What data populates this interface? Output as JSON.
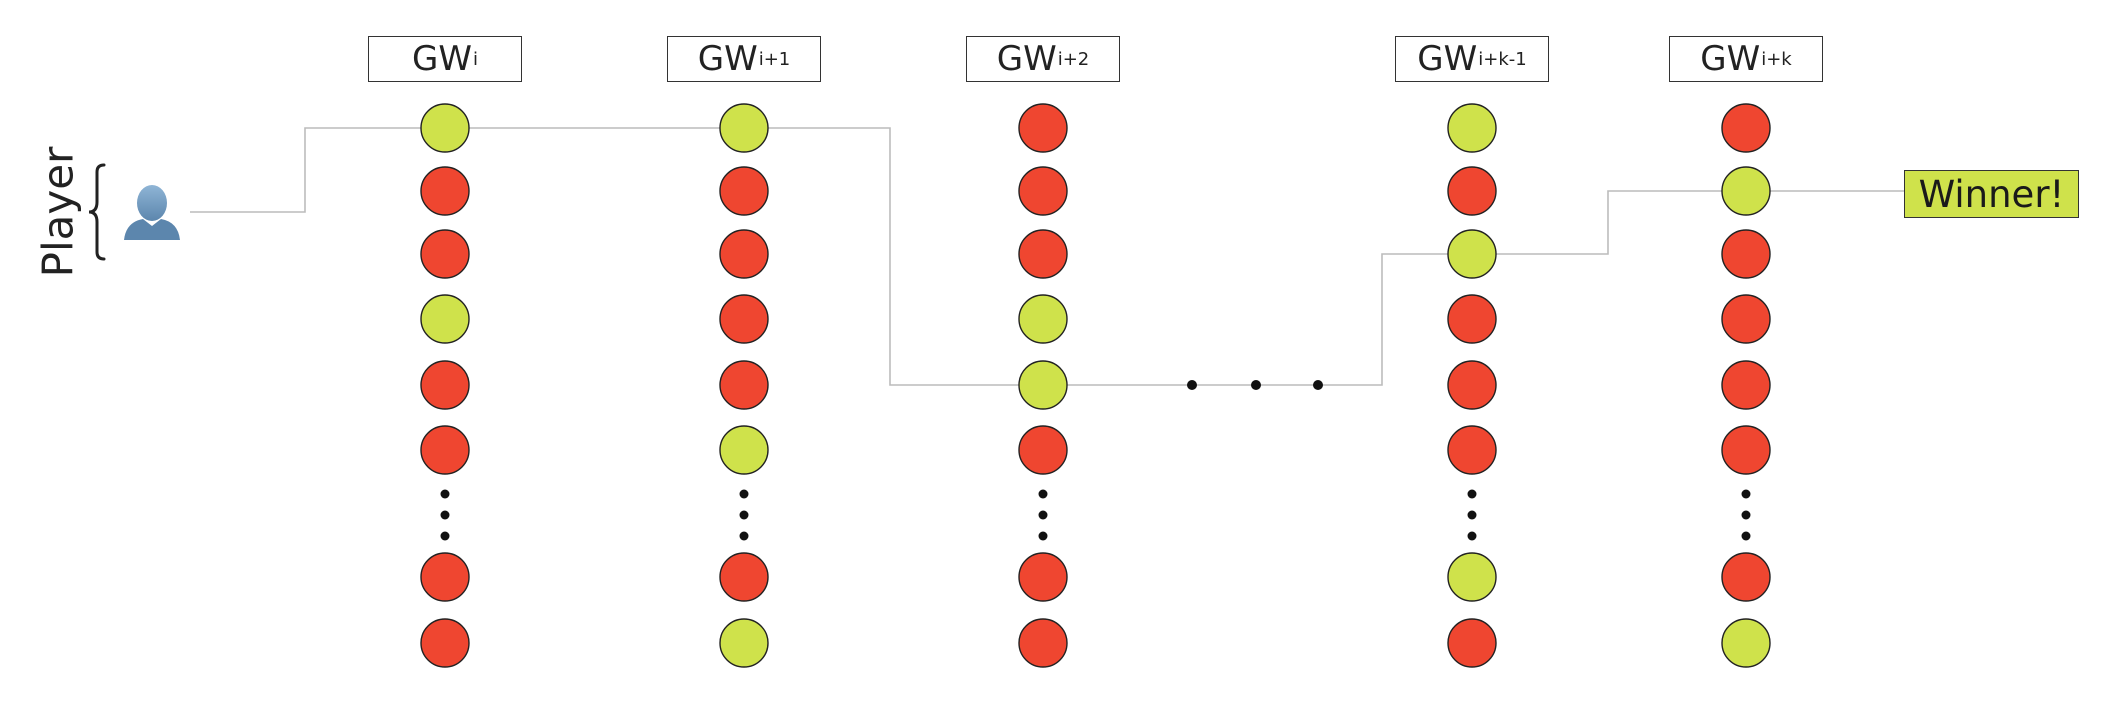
{
  "colors": {
    "winning_node": "#cfe24b",
    "losing_node": "#ef4630",
    "node_outline": "#222222",
    "path_line": "#bcbcbc",
    "winner_box_fill": "#cfe24b",
    "player_icon": "#5c86ad"
  },
  "player": {
    "label": "Player",
    "icon": "user-avatar-icon"
  },
  "winner": {
    "label": "Winner!"
  },
  "gameweeks": [
    {
      "base": "GW",
      "sub": "i",
      "nodes": [
        "win",
        "lose",
        "lose",
        "win",
        "lose",
        "lose",
        "dots",
        "lose",
        "lose"
      ]
    },
    {
      "base": "GW",
      "sub": "i+1",
      "nodes": [
        "win",
        "lose",
        "lose",
        "lose",
        "lose",
        "win",
        "dots",
        "lose",
        "win"
      ]
    },
    {
      "base": "GW",
      "sub": "i+2",
      "nodes": [
        "lose",
        "lose",
        "lose",
        "win",
        "win",
        "lose",
        "dots",
        "lose",
        "lose"
      ]
    },
    {
      "base": "GW",
      "sub": "i+k-1",
      "nodes": [
        "win",
        "lose",
        "win",
        "lose",
        "lose",
        "lose",
        "dots",
        "win",
        "lose"
      ]
    },
    {
      "base": "GW",
      "sub": "i+k",
      "nodes": [
        "lose",
        "win",
        "lose",
        "lose",
        "lose",
        "lose",
        "dots",
        "lose",
        "win"
      ]
    }
  ],
  "gap_ellipsis": "dots",
  "path": [
    {
      "gameweek": "i",
      "node_index": 0
    },
    {
      "gameweek": "i+1",
      "node_index": 0
    },
    {
      "gameweek": "i+2",
      "node_index": 4
    },
    {
      "gameweek": "i+k-1",
      "node_index": 2
    },
    {
      "gameweek": "i+k",
      "node_index": 1
    }
  ]
}
